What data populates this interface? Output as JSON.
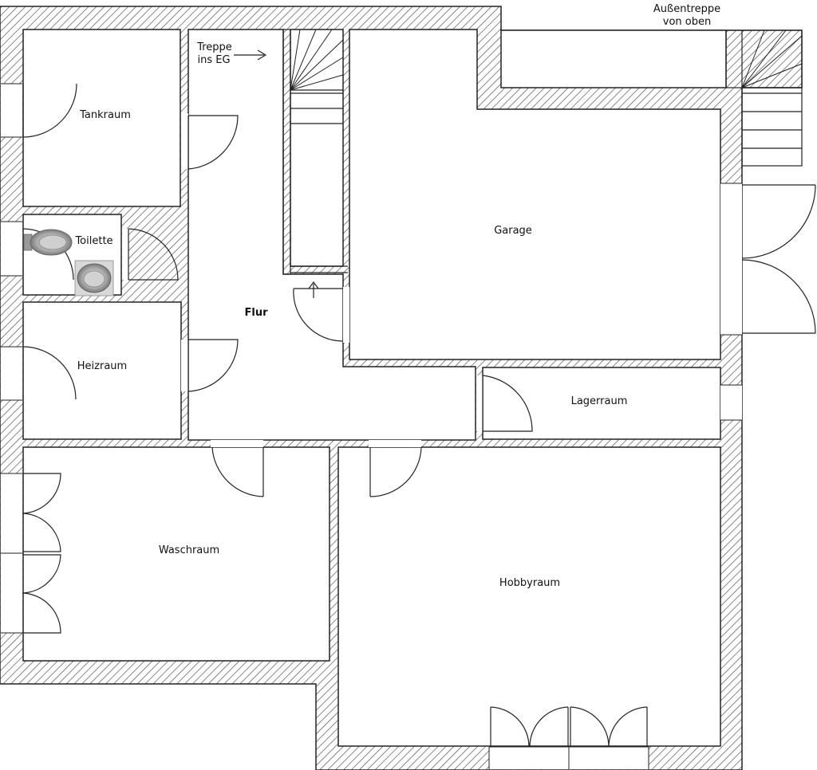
{
  "rooms": {
    "tankraum": "Tankraum",
    "toilette": "Toilette",
    "heizraum": "Heizraum",
    "flur": "Flur",
    "garage": "Garage",
    "lagerraum": "Lagerraum",
    "waschraum": "Waschraum",
    "hobbyraum": "Hobbyraum"
  },
  "annotations": {
    "treppe_line1": "Treppe",
    "treppe_line2": "ins EG",
    "aussen_line1": "Außentreppe",
    "aussen_line2": "von oben"
  },
  "colors": {
    "wall_stroke": "#222222",
    "hatch": "#555555",
    "fixture": "#b5b5b5"
  }
}
